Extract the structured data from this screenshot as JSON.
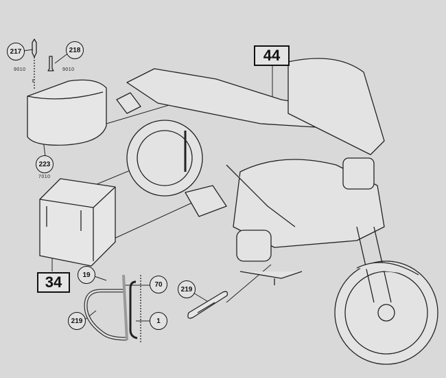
{
  "callouts": {
    "c217": "217",
    "c218": "218",
    "c223": "223",
    "c19": "19",
    "c70": "70",
    "c219_left": "219",
    "c219_right": "219",
    "c1": "1"
  },
  "subcodes": {
    "s217": "9010",
    "s218": "9010",
    "s223": "7010"
  },
  "group_boxes": {
    "g44": "44",
    "g34": "34"
  }
}
